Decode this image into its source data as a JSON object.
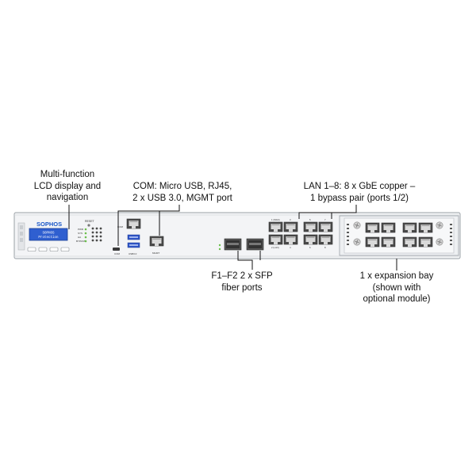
{
  "callouts": {
    "lcd": [
      "Multi-function",
      "LCD display and",
      "navigation"
    ],
    "com": [
      "COM: Micro USB, RJ45,",
      "2 x USB 3.0, MGMT port"
    ],
    "lan": [
      "LAN 1–8: 8 x GbE copper –",
      "1 bypass pair (ports 1/2)"
    ],
    "sfp": [
      "F1–F2 2 x SFP",
      "fiber ports"
    ],
    "expansion": [
      "1 x expansion bay",
      "(shown with",
      "optional module)"
    ]
  },
  "device": {
    "brand": "SOPHOS",
    "lcd_lines": [
      "SOPHOS",
      "Protection"
    ],
    "reset_label": "RESET",
    "led_labels": [
      "PWR",
      "SYS",
      "HA",
      "BYPASS"
    ],
    "port_labels": {
      "micro_usb": "COM",
      "com_rj45": "COM",
      "usb": "USB3.0",
      "mgmt": "MGMT",
      "lan_top": [
        "1 (WAN)",
        "3",
        "5",
        "7"
      ],
      "lan_bottom": [
        "2 (LAN)",
        "4",
        "6",
        "8"
      ]
    }
  },
  "colors": {
    "chassis": "#f3f4f6",
    "lcd": "#2f5fd0",
    "usb": "#2f55c7",
    "callout_line": "#111111",
    "port": "#4a4a4a"
  }
}
